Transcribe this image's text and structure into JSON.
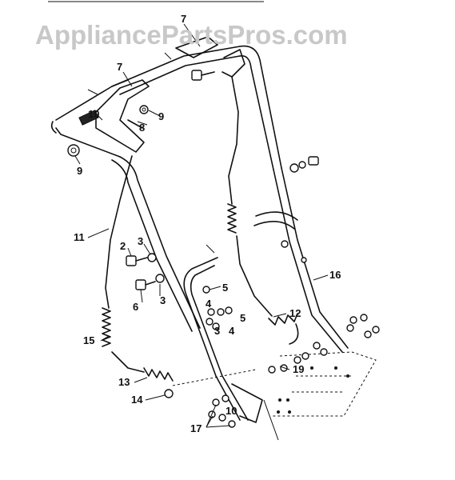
{
  "watermark": "AppliancePartsPros.com",
  "callouts": [
    {
      "id": "c7a",
      "text": "7"
    },
    {
      "id": "c7b",
      "text": "7"
    },
    {
      "id": "c10a",
      "text": "10"
    },
    {
      "id": "c9a",
      "text": "9"
    },
    {
      "id": "c8",
      "text": "8"
    },
    {
      "id": "c9b",
      "text": "9"
    },
    {
      "id": "c11",
      "text": "11"
    },
    {
      "id": "c2",
      "text": "2"
    },
    {
      "id": "c3a",
      "text": "3"
    },
    {
      "id": "c3b",
      "text": "3"
    },
    {
      "id": "c6",
      "text": "6"
    },
    {
      "id": "c5a",
      "text": "5"
    },
    {
      "id": "c4a",
      "text": "4"
    },
    {
      "id": "c3c",
      "text": "3"
    },
    {
      "id": "c4b",
      "text": "4"
    },
    {
      "id": "c5b",
      "text": "5"
    },
    {
      "id": "c12",
      "text": "12"
    },
    {
      "id": "c16",
      "text": "16"
    },
    {
      "id": "c15",
      "text": "15"
    },
    {
      "id": "c13",
      "text": "13"
    },
    {
      "id": "c14",
      "text": "14"
    },
    {
      "id": "c19",
      "text": "19"
    },
    {
      "id": "c10b",
      "text": "10"
    },
    {
      "id": "c17",
      "text": "17"
    }
  ]
}
